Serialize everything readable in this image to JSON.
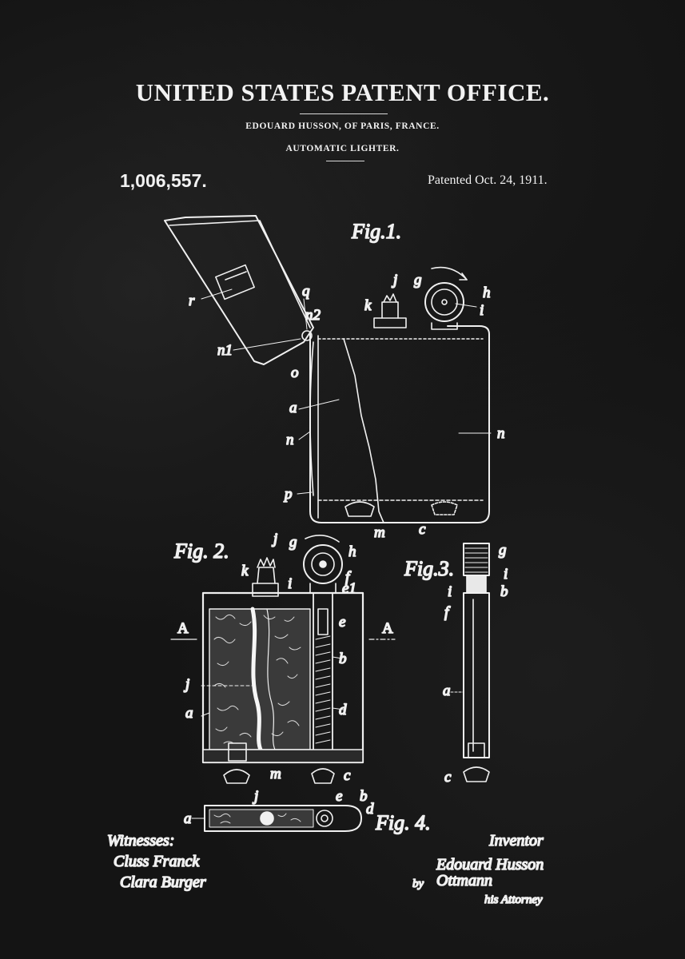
{
  "header": {
    "office": "UNITED STATES PATENT OFFICE.",
    "inventor_line": "EDOUARD HUSSON, OF PARIS, FRANCE.",
    "invention_title": "AUTOMATIC LIGHTER.",
    "patent_number": "1,006,557.",
    "patented_date": "Patented Oct. 24, 1911."
  },
  "figures": {
    "fig1": "Fig.1.",
    "fig2": "Fig. 2.",
    "fig3": "Fig.3.",
    "fig4": "Fig. 4."
  },
  "reference_letters": {
    "fig1": [
      "r",
      "n1",
      "q",
      "n2",
      "o",
      "a",
      "n",
      "p",
      "j",
      "k",
      "g",
      "h",
      "i",
      "n",
      "m",
      "c"
    ],
    "fig2": [
      "j",
      "g",
      "h",
      "k",
      "i",
      "f",
      "e1",
      "e",
      "A",
      "A",
      "b",
      "j",
      "a",
      "d",
      "m",
      "c"
    ],
    "fig3": [
      "g",
      "i",
      "i",
      "b",
      "f",
      "a",
      "c"
    ],
    "fig4": [
      "j",
      "e",
      "b",
      "d",
      "a"
    ]
  },
  "footer": {
    "witnesses_label": "Witnesses:",
    "witness_1": "Cluss Franck",
    "witness_2": "Clara Burger",
    "inventor_label": "Inventor",
    "inventor_signature": "Edouard Husson",
    "by_label": "by",
    "attorney_signature": "Ottmann",
    "attorney_label": "his Attorney"
  }
}
